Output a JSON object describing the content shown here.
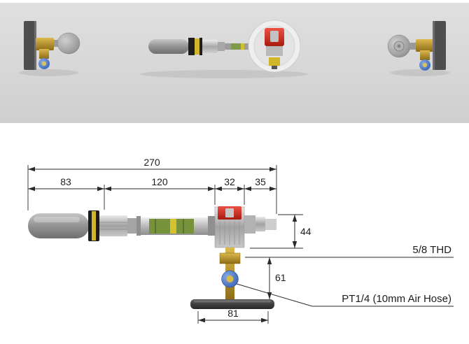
{
  "drawing": {
    "dimensions": {
      "overall_length": "270",
      "handle_length": "83",
      "barrel_length": "120",
      "valve_width": "32",
      "outlet_length": "35",
      "body_height": "44",
      "inlet_drop": "61",
      "base_width": "81"
    },
    "labels": {
      "outlet_thread": "5/8 THD",
      "air_inlet": "PT1/4 (10mm Air Hose)"
    }
  },
  "colors": {
    "valve_red": "#c0251a",
    "brass": "#b08a2e",
    "fitting_blue": "#3c6cc0",
    "handle_gray": "#949494",
    "base_plate": "#3a3a3a",
    "dimension_line": "#222222",
    "panel_background": "#d9d9d9"
  }
}
